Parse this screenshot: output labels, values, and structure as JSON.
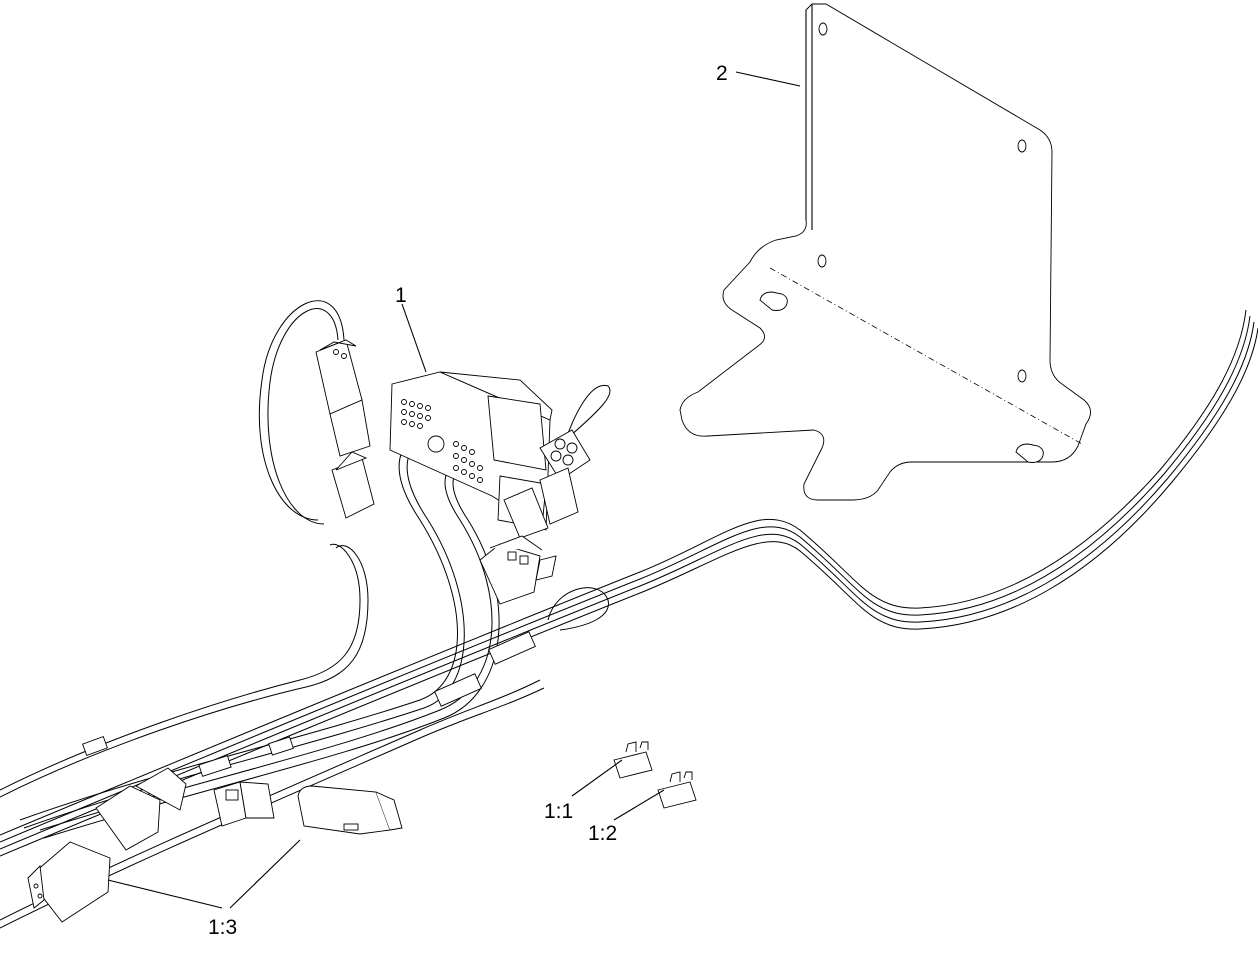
{
  "callouts": {
    "harness": "1",
    "bracket": "2",
    "fuse_1": "1:1",
    "fuse_2": "1:2",
    "connector_caps": "1:3"
  }
}
